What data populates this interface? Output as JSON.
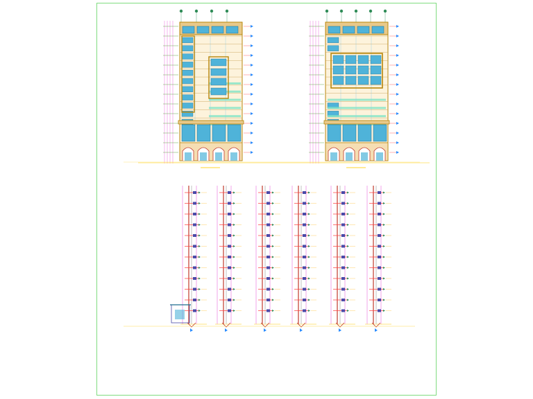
{
  "drawing": {
    "type": "architectural-cad-sheet",
    "colors": {
      "frame": "#7fdc7f",
      "glass": "#4fb3d9",
      "glass_dark": "#1e6e8f",
      "facade_trim": "#b8860b",
      "facade_fill": "#e8c98a",
      "brick": "#c0392b",
      "grid_line": "#e44bd6",
      "dim_line": "#ff4040",
      "level_marker": "#2a8cff",
      "axis_bubble": "#2e8b57",
      "band": "#7fe3c5",
      "ground": "#ffdd55"
    },
    "elevations": [
      {
        "id": "elevation-left",
        "floors": 13,
        "bays": 4
      },
      {
        "id": "elevation-right",
        "floors": 13,
        "bays": 4
      }
    ],
    "wall_sections": {
      "count": 6,
      "levels": 12
    }
  }
}
